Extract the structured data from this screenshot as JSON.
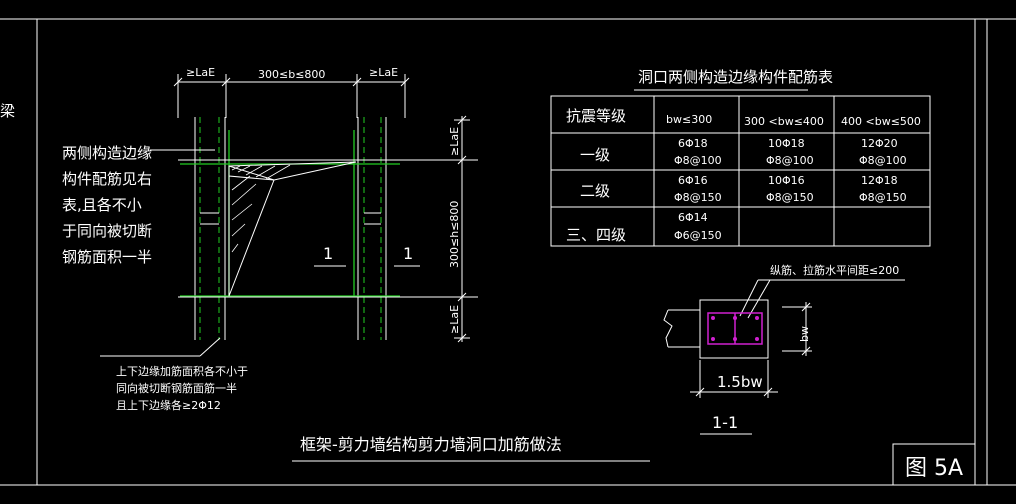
{
  "drawing": {
    "border_left_fragment": "梁",
    "left_note_lines": [
      "两侧构造边缘",
      "构件配筋见右",
      "表,且各不小",
      "于同向被切断",
      "钢筋面积一半"
    ],
    "bottom_note_lines": [
      "上下边缘加筋面积各不小于",
      "同向被切断钢筋面筋一半",
      "且上下边缘各≥2Φ12"
    ],
    "dim_top_left": "≥LaE",
    "dim_top_mid": "300≤b≤800",
    "dim_top_right": "≥LaE",
    "dim_right_top": "≥LaE",
    "dim_right_mid": "300≤h≤800",
    "dim_right_bottom": "≥LaE",
    "section_mark": "1",
    "title": "框架-剪力墙结构剪力墙洞口加筋做法",
    "figure_label": "图 5A"
  },
  "table": {
    "title": "洞口两侧构造边缘构件配筋表",
    "headers": [
      "抗震等级",
      "bw≤300",
      "300 <bw≤400",
      "400 <bw≤500"
    ],
    "rows": [
      {
        "grade": "一级",
        "cells": [
          [
            "6Φ18",
            "Φ8@100"
          ],
          [
            "10Φ18",
            "Φ8@100"
          ],
          [
            "12Φ20",
            "Φ8@100"
          ]
        ]
      },
      {
        "grade": "二级",
        "cells": [
          [
            "6Φ16",
            "Φ8@150"
          ],
          [
            "10Φ16",
            "Φ8@150"
          ],
          [
            "12Φ18",
            "Φ8@150"
          ]
        ]
      },
      {
        "grade": "三、四级",
        "cells": [
          [
            "6Φ14",
            "Φ6@150"
          ],
          [
            "",
            ""
          ],
          [
            "",
            ""
          ]
        ]
      }
    ]
  },
  "section": {
    "note": "纵筋、拉筋水平间距≤200",
    "dim_width": "1.5bw",
    "dim_height": "bw",
    "label": "1-1"
  }
}
